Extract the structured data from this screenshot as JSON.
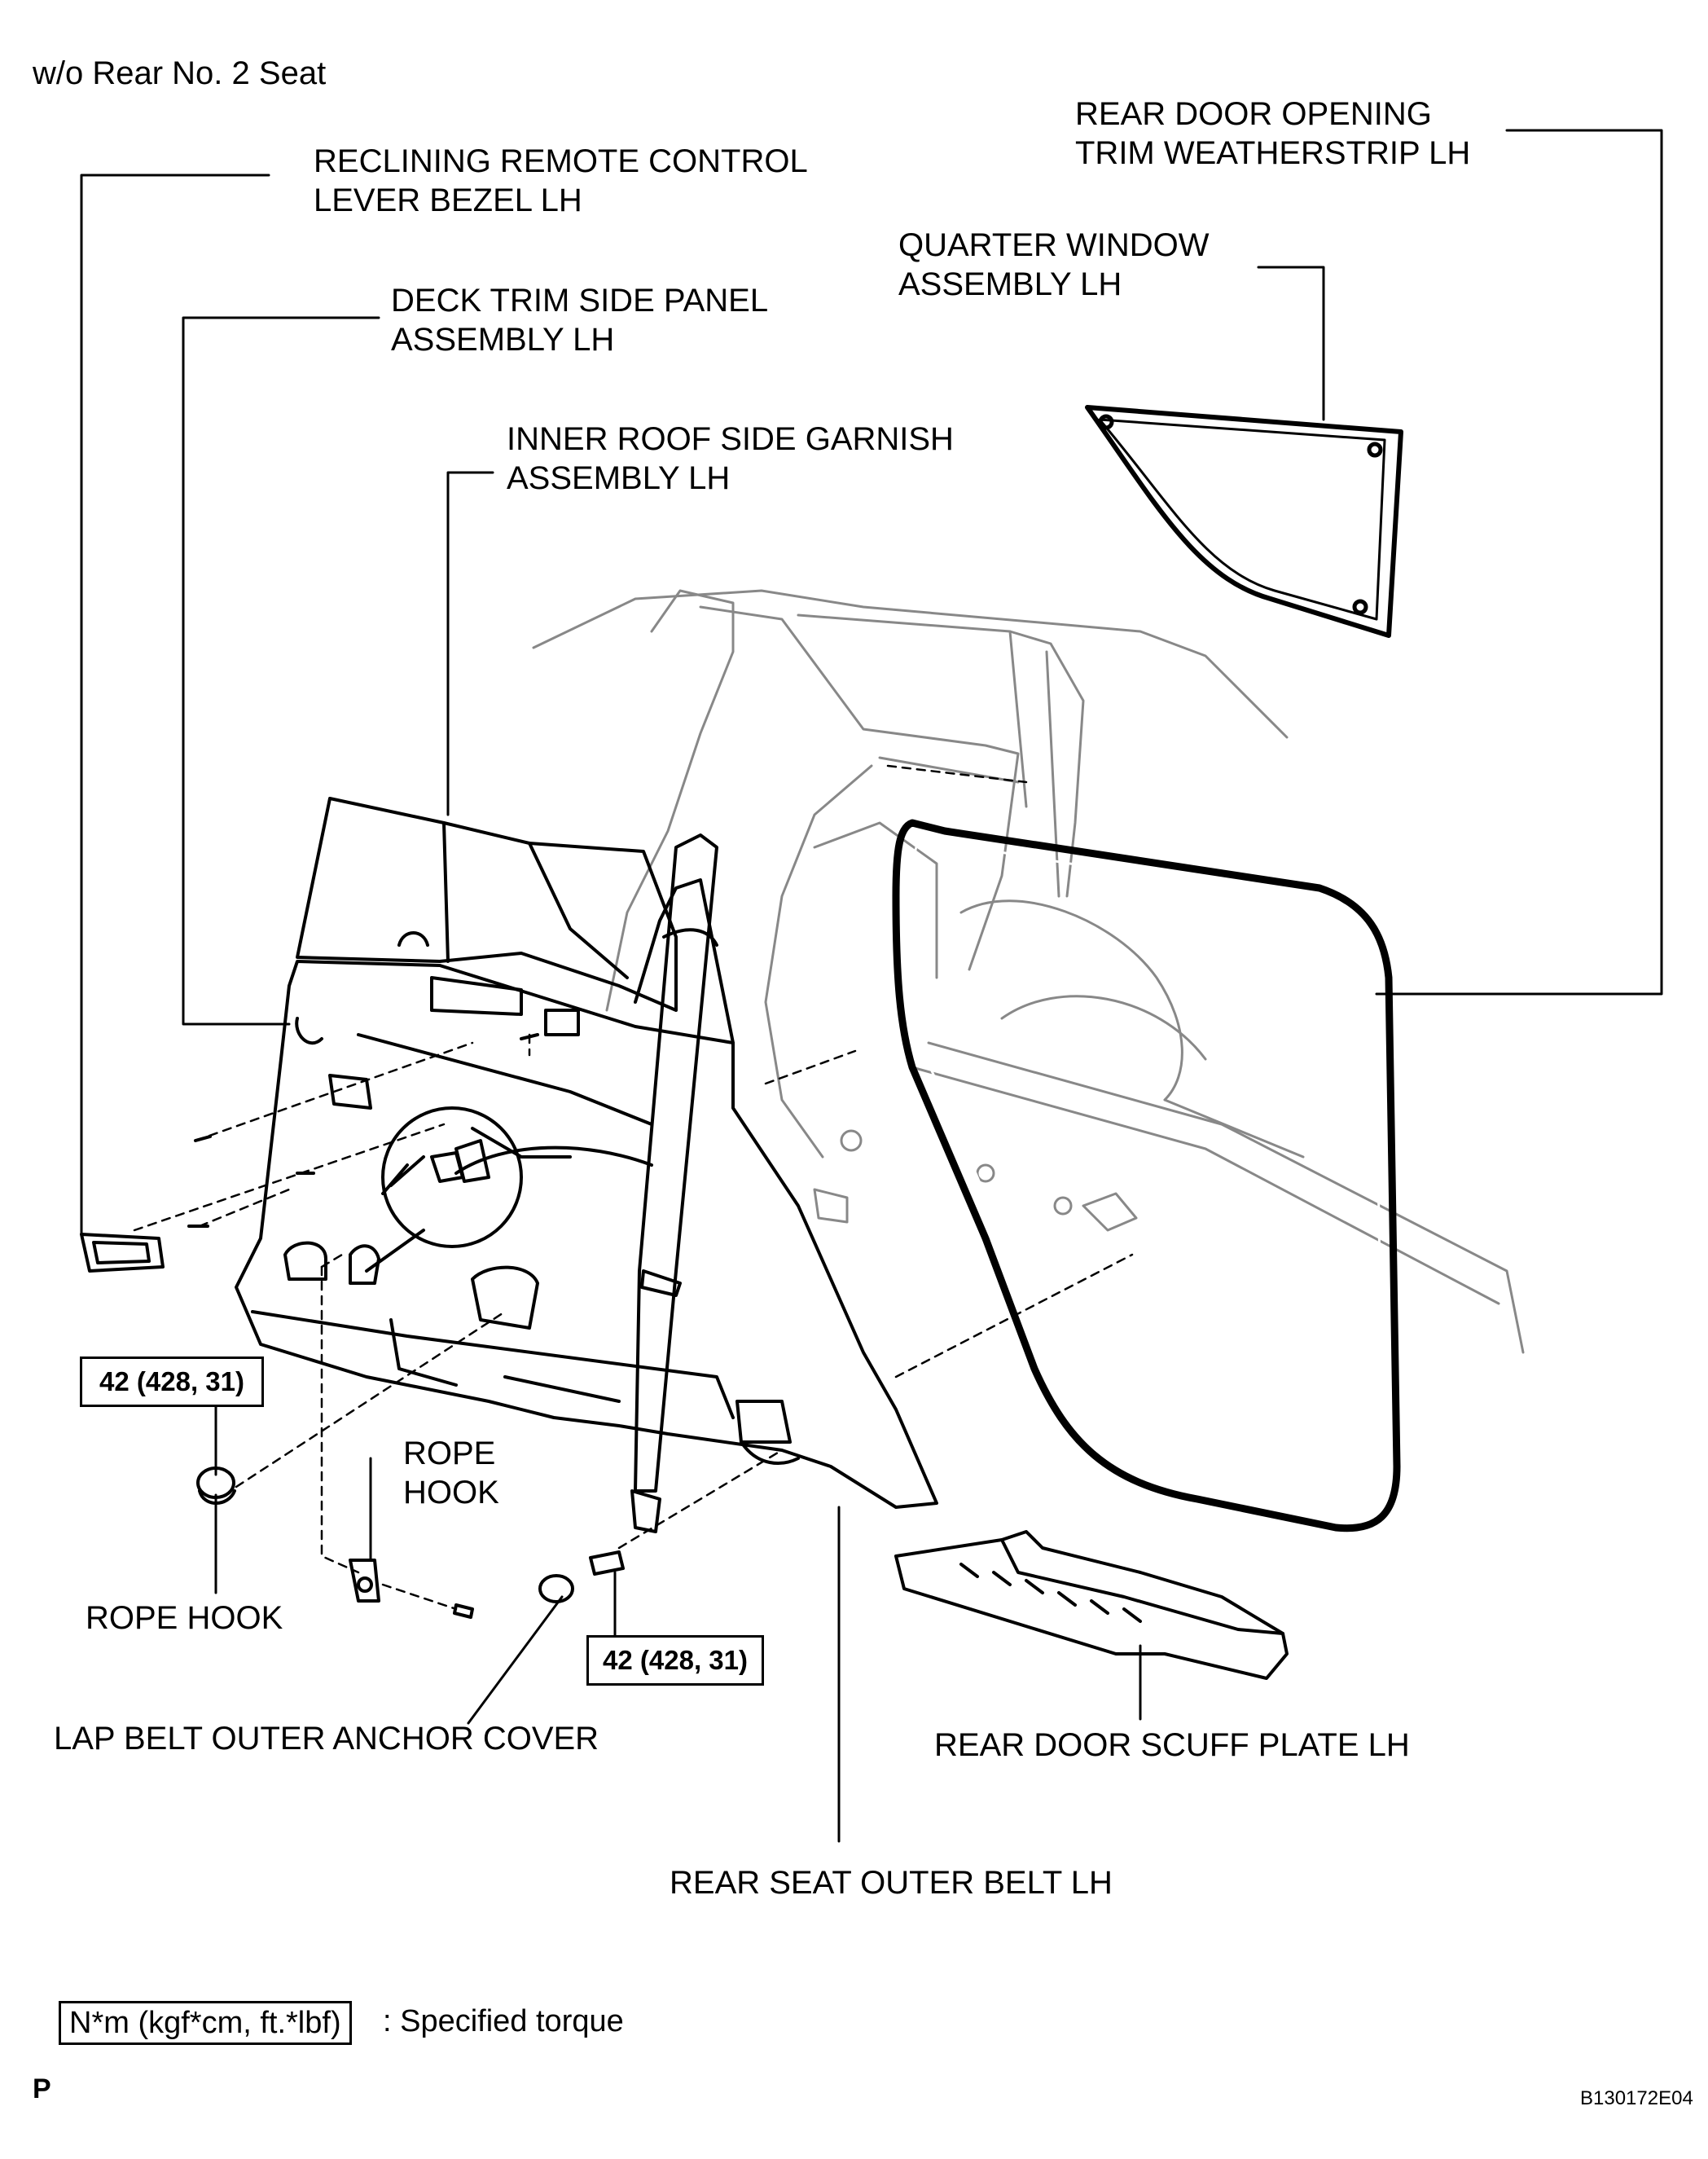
{
  "header": {
    "variant": "w/o Rear No. 2 Seat"
  },
  "labels": {
    "reclining_bezel": [
      "RECLINING REMOTE CONTROL",
      "LEVER BEZEL LH"
    ],
    "deck_trim": [
      "DECK TRIM SIDE PANEL",
      "ASSEMBLY LH"
    ],
    "inner_roof": [
      "INNER ROOF SIDE GARNISH",
      "ASSEMBLY LH"
    ],
    "rear_door_weatherstrip": [
      "REAR DOOR OPENING",
      "TRIM WEATHERSTRIP LH"
    ],
    "quarter_window": [
      "QUARTER WINDOW",
      "ASSEMBLY LH"
    ],
    "rope_hook_upper": [
      "ROPE",
      "HOOK"
    ],
    "rope_hook_lower": "ROPE HOOK",
    "lap_belt_cover": "LAP BELT OUTER ANCHOR COVER",
    "rear_door_scuff": "REAR DOOR SCUFF PLATE LH",
    "rear_seat_belt": "REAR SEAT OUTER BELT LH"
  },
  "torques": {
    "left": "42 (428, 31)",
    "right": "42 (428, 31)"
  },
  "legend": {
    "unit_box": "N*m (kgf*cm, ft.*lbf)",
    "description": ": Specified torque"
  },
  "footer": {
    "mark": "P",
    "code": "B130172E04"
  },
  "colors": {
    "ink": "#000000",
    "background": "#ffffff",
    "body_gray": "#888888"
  }
}
